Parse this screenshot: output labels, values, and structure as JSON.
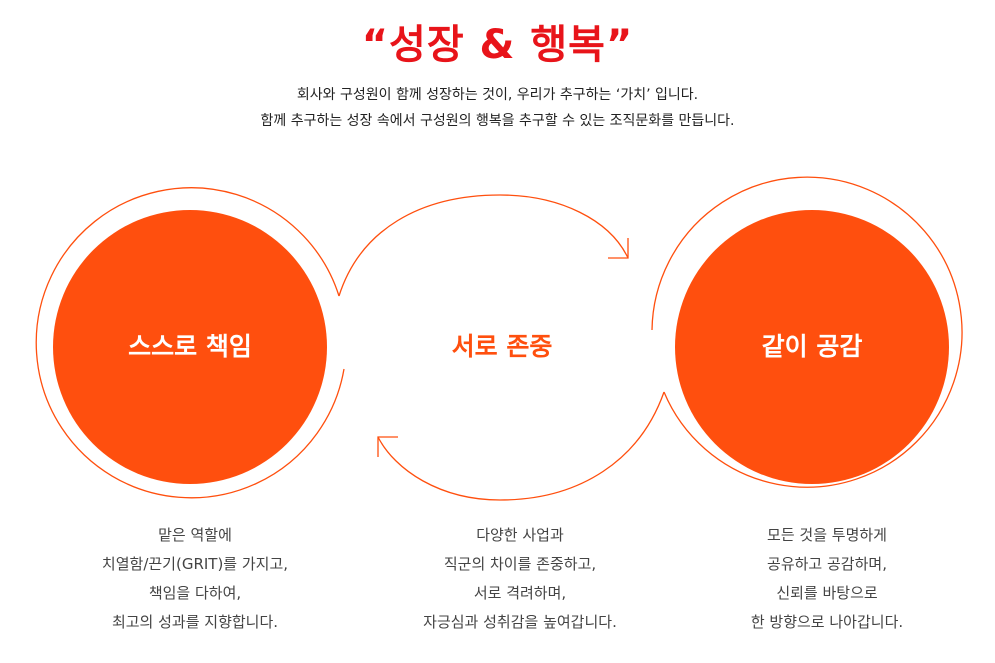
{
  "title": "“성장 & 행복”",
  "subtitle": {
    "line1": "회사와 구성원이 함께 성장하는 것이, 우리가 추구하는 ‘가치’ 입니다.",
    "line2": "함께 추구하는 성장 속에서 구성원의 행복을 추구할 수 있는 조직문화를 만듭니다."
  },
  "colors": {
    "title": "#e8141a",
    "circle_fill": "#ff4f0e",
    "ring": "#ff4f0e",
    "center_text": "#ff4f0e"
  },
  "values": [
    {
      "label": "스스로 책임",
      "desc": [
        "맡은 역할에",
        "치열함/끈기(GRIT)를 가지고,",
        "책임을 다하여,",
        "최고의 성과를 지향합니다."
      ]
    },
    {
      "label": "서로 존중",
      "desc": [
        "다양한 사업과",
        "직군의 차이를 존중하고,",
        "서로 격려하며,",
        "자긍심과 성취감을 높여갑니다."
      ]
    },
    {
      "label": "같이 공감",
      "desc": [
        "모든 것을 투명하게",
        "공유하고 공감하며,",
        "신뢰를 바탕으로",
        "한 방향으로 나아갑니다."
      ]
    }
  ]
}
